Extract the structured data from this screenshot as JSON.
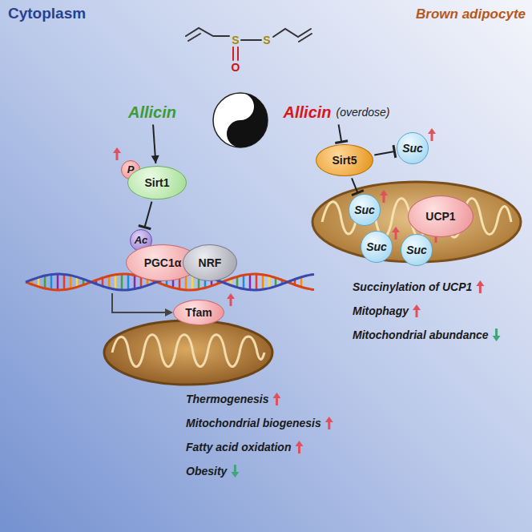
{
  "diagram": {
    "nodes": [
      {
        "text": [
          "Allicin"
        ]
      },
      {
        "text": [
          "Allicin",
          "(overdose)"
        ]
      },
      {
        "text": [
          "P"
        ]
      },
      {
        "text": [
          "Sirt1"
        ]
      },
      {
        "text": [
          "Sirt5"
        ]
      },
      {
        "text": [
          "Suc"
        ]
      },
      {
        "text": [
          "Ac"
        ]
      },
      {
        "text": [
          "PGC1α"
        ]
      },
      {
        "text": [
          "NRF"
        ]
      },
      {
        "text": [
          "Suc"
        ]
      },
      {
        "text": [
          "UCP1"
        ]
      },
      {
        "text": [
          "Suc"
        ]
      },
      {
        "text": [
          "Suc"
        ]
      },
      {
        "text": [
          "Tfam"
        ]
      }
    ],
    "edges": [
      {
        "from": 0,
        "to": 3,
        "arrow": "to"
      },
      {
        "from": 1,
        "to": 4,
        "arrow": "to"
      },
      {
        "from": 3,
        "to": 6,
        "arrow": "to"
      },
      {
        "from": 4,
        "to": 5,
        "arrow": "to"
      },
      {
        "from": 4,
        "to": 9,
        "arrow": "to"
      }
    ],
    "labels": [
      "Cytoplasm",
      "Brown adipocyte",
      "S",
      "S",
      "O",
      "Succinylation of UCP1",
      "Mitophagy",
      "Mitochondrial abundance",
      "Thermogenesis",
      "Mitochondrial biogenesis",
      "Fatty acid oxidation",
      "Obesity"
    ]
  }
}
